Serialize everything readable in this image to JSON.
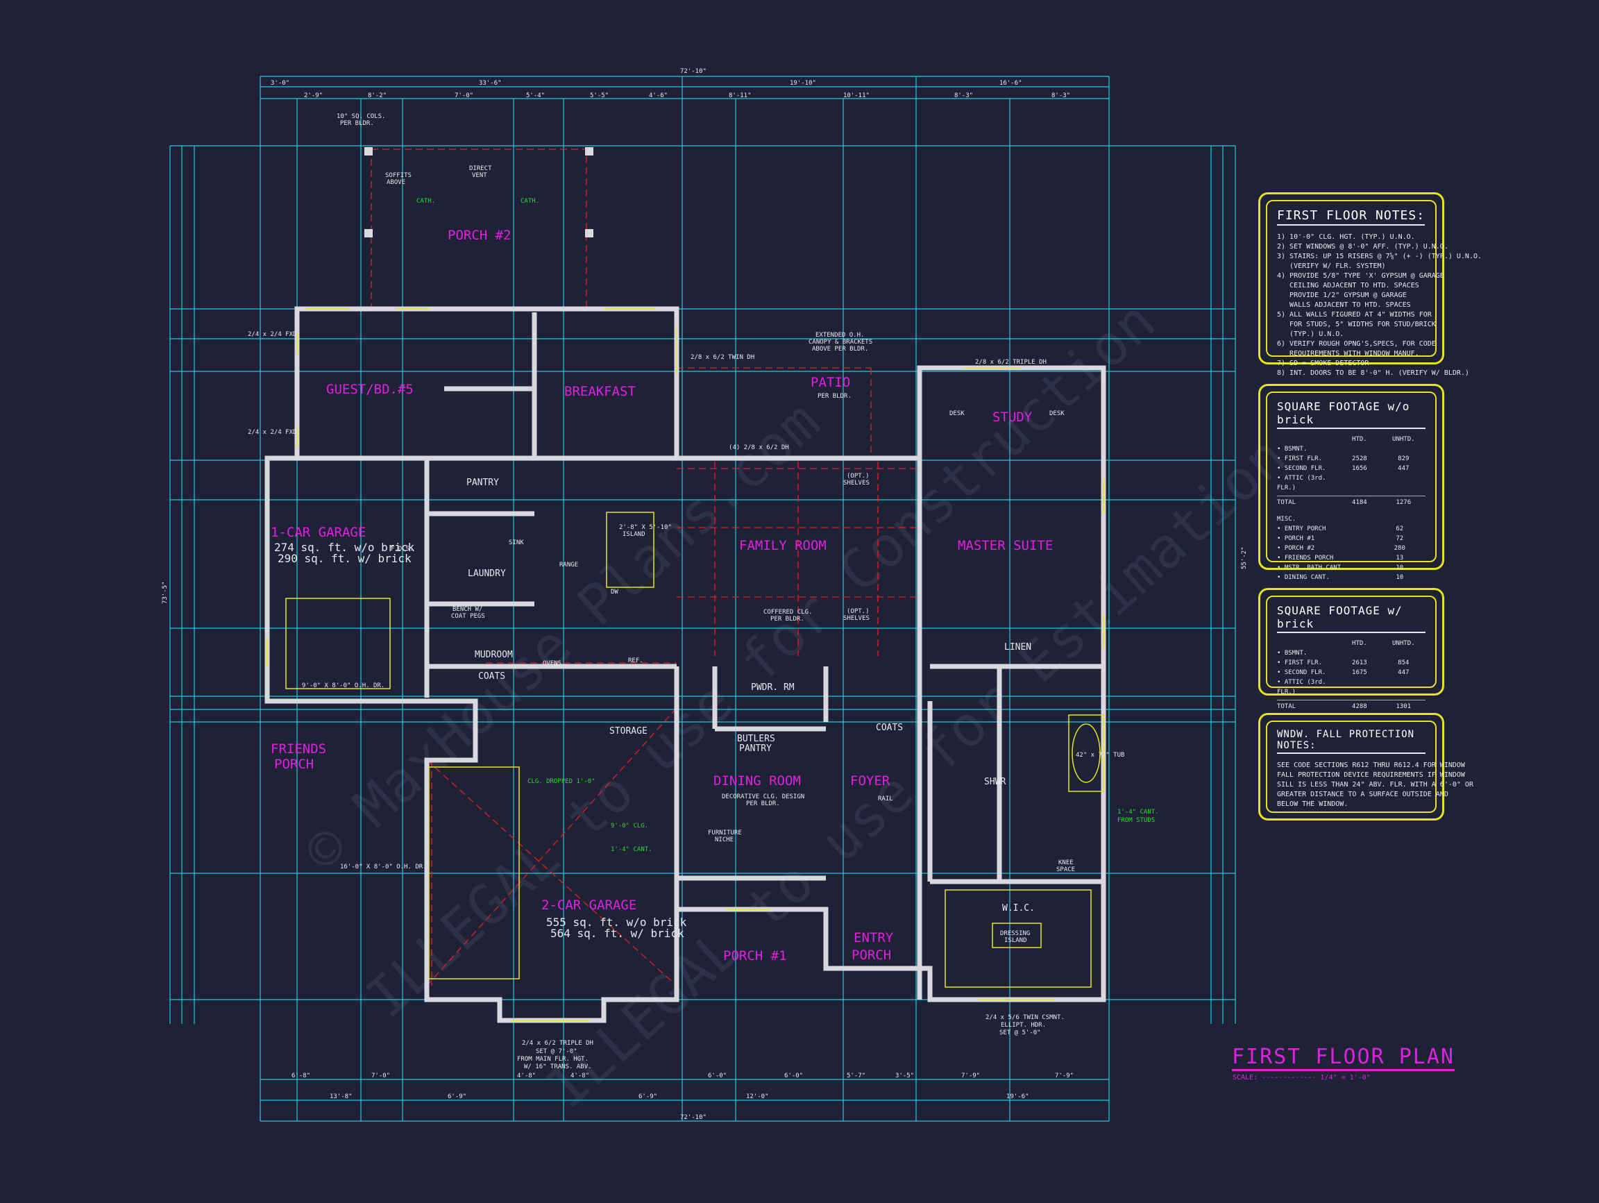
{
  "colors": {
    "background": "#1f2236",
    "dimension": "#21c8e0",
    "wall": "#d8d8de",
    "room_label": "#e020e0",
    "text": "#e8e8f0",
    "fixture": "#e6e41f",
    "green_note": "#22e022",
    "hidden": "#e02020"
  },
  "watermark": {
    "line1": "© MaxHouse Plans.com",
    "line2": "ILLEGAL to use for Construction",
    "line3": "ILLEGAL to use for Estimation"
  },
  "rooms": {
    "porch2": "PORCH #2",
    "guest": "GUEST/BD.#5",
    "breakfast": "BREAKFAST",
    "patio": "PATIO",
    "patio_sub": "PER BLDR.",
    "study": "STUDY",
    "pantry": "PANTRY",
    "family": "FAMILY ROOM",
    "master": "MASTER SUITE",
    "garage1": "1-CAR GARAGE",
    "garage1_sf1": "274 sq. ft. w/o brick",
    "garage1_sf2": "290 sq. ft. w/ brick",
    "laundry": "LAUNDRY",
    "mudroom": "MUDROOM",
    "coats1": "COATS",
    "storage": "STORAGE",
    "friends": "FRIENDS",
    "friends2": "PORCH",
    "butlers": "BUTLERS",
    "butlers2": "PANTRY",
    "pwdr": "PWDR. RM",
    "dining": "DINING ROOM",
    "foyer": "FOYER",
    "coats2": "COATS",
    "linen": "LINEN",
    "shwr": "SHWR",
    "wic": "W.I.C.",
    "dressing": "DRESSING",
    "dressing2": "ISLAND",
    "garage2": "2-CAR GARAGE",
    "garage2_sf1": "555 sq. ft. w/o brick",
    "garage2_sf2": "564 sq. ft. w/ brick",
    "porch1": "PORCH #1",
    "entry": "ENTRY",
    "entry2": "PORCH",
    "desk": "DESK",
    "island": "2'-8\" X 5'-10\"",
    "island2": "ISLAND",
    "range": "RANGE",
    "dw": "DW",
    "ovens": "OVENS",
    "ref": "REF.",
    "sink": "SINK",
    "tub": "42\" x 72\" TUB"
  },
  "annotations": {
    "cols": "10\" SQ. COLS.",
    "cols2": "PER BLDR.",
    "soffits": "SOFFITS",
    "soffits2": "ABOVE",
    "direct_vent": "DIRECT",
    "direct_vent2": "VENT",
    "cath1": "CATH.",
    "cath2": "CATH.",
    "ext_oh": "EXTENDED O.H.",
    "ext_oh2": "CANOPY & BRACKETS",
    "ext_oh3": "ABOVE PER BLDR.",
    "coffered": "COFFERED CLG.",
    "coffered2": "PER BLDR.",
    "opt_shelves": "(OPT.)",
    "opt_shelves2": "SHELVES",
    "clg_dropped": "CLG. DROPPED 1'-0\"",
    "clg_9": "9'-0\" CLG.",
    "cant": "1'-4\" CANT.",
    "dec_clg": "DECORATIVE CLG. DESIGN",
    "dec_clg2": "PER BLDR.",
    "furniture": "FURNITURE",
    "furniture2": "NICHE",
    "rail": "RAIL",
    "knee": "KNEE",
    "knee2": "SPACE",
    "ohdr1": "9'-0\" X 8'-0\" O.H. DR.",
    "ohdr2": "16'-0\" X 8'-0\" O.H. DR.",
    "triple_dh": "2/4 x 6/2 TRIPLE DH",
    "set": "SET @ 7'-0\"",
    "set2": "FROM MAIN FLR. HGT.",
    "set3": "W/ 16\" TRANS. ABV.",
    "twin_csmt": "2/4 x 5/6 TWIN CSMNT.",
    "twin_csmt2": "ELLIPT. HDR.",
    "twin_csmt3": "SET @ 5'-0\"",
    "fpd": "F.D.S.",
    "bench": "BENCH W/",
    "bench2": "COAT PEGS",
    "cant_studs": "1'-4\" CANT.",
    "cant_studs2": "FROM STUDS",
    "patio_dh": "(4) 2/8 x 6/2 DH",
    "twin_dh": "2/8 x 6/2 TWIN DH",
    "triple_dh2": "2/8 x 6/2 TRIPLE DH",
    "fxd": "2/4 x 2/4 FXD.",
    "fxd2": "2/4 x 2/4 FXD."
  },
  "dims": {
    "overall": "72'-10\"",
    "top1": "3'-0\"",
    "top2": "33'-6\"",
    "top3": "19'-10\"",
    "top4": "16'-6\"",
    "r2a": "2'-9\"",
    "r2b": "8'-2\"",
    "r2c": "7'-0\"",
    "r2d": "5'-4\"",
    "r2e": "5'-5\"",
    "r2f": "4'-6\"",
    "r2g": "8'-11\"",
    "r2h": "10'-11\"",
    "r2i": "8'-3\"",
    "r2j": "8'-3\"",
    "left_total": "73'-5\"",
    "right_total": "55'-2\"",
    "bot1": "6'-8\"",
    "bot2": "7'-0\"",
    "bot3": "4'-8\"",
    "bot4": "4'-8\"",
    "bot5": "6'-0\"",
    "bot6": "6'-0\"",
    "bot7": "5'-7\"",
    "bot8": "3'-5\"",
    "bot9": "7'-9\"",
    "bot10": "7'-9\"",
    "bot2a": "13'-8\"",
    "bot2b": "6'-9\"",
    "bot2c": "6'-9\"",
    "bot2d": "12'-0\"",
    "bot2e": "19'-6\""
  },
  "notes": {
    "title": "FIRST FLOOR NOTES:",
    "lines": [
      "1) 10'-0\" CLG. HGT. (TYP.) U.N.O.",
      "2) SET WINDOWS @ 8'-0\" AFF. (TYP.) U.N.O.",
      "3) STAIRS: UP 15 RISERS @ 7⅝\" (+ -) (TYP.) U.N.O.",
      "   (VERIFY W/ FLR. SYSTEM)",
      "4) PROVIDE 5/8\" TYPE 'X' GYPSUM @ GARAGE",
      "   CEILING ADJACENT TO HTD. SPACES",
      "   PROVIDE 1/2\" GYPSUM @ GARAGE",
      "   WALLS ADJACENT TO HTD. SPACES",
      "5) ALL WALLS FIGURED AT 4\" WIDTHS FOR",
      "   FOR STUDS, 5\" WIDTHS FOR STUD/BRICK",
      "   (TYP.) U.N.O.",
      "6) VERIFY ROUGH OPNG'S,SPECS, FOR CODE",
      "   REQUIREMENTS WITH WINDOW MANUF.",
      "7) SD = SMOKE DETECTOR",
      "8) INT. DOORS TO BE 8'-0\" H. (VERIFY W/ BLDR.)"
    ]
  },
  "sqft_wo": {
    "title": "SQUARE FOOTAGE w/o brick",
    "col1": "HTD.",
    "col2": "UNHTD.",
    "rows": [
      {
        "label": "• BSMNT.",
        "htd": "",
        "unhtd": ""
      },
      {
        "label": "• FIRST FLR.",
        "htd": "2528",
        "unhtd": "829"
      },
      {
        "label": "• SECOND FLR.",
        "htd": "1656",
        "unhtd": "447"
      },
      {
        "label": "• ATTIC (3rd. FLR.)",
        "htd": "",
        "unhtd": ""
      }
    ],
    "total_label": "TOTAL",
    "total_htd": "4184",
    "total_unhtd": "1276",
    "misc_label": "MISC.",
    "misc": [
      {
        "label": "• ENTRY PORCH",
        "val": "62"
      },
      {
        "label": "• PORCH #1",
        "val": "72"
      },
      {
        "label": "• PORCH #2",
        "val": "280"
      },
      {
        "label": "• FRIENDS PORCH",
        "val": "13"
      },
      {
        "label": "• MSTR. BATH CANT.",
        "val": "10"
      },
      {
        "label": "• DINING CANT.",
        "val": "10"
      }
    ]
  },
  "sqft_w": {
    "title": "SQUARE FOOTAGE w/ brick",
    "col1": "HTD.",
    "col2": "UNHTD.",
    "rows": [
      {
        "label": "• BSMNT.",
        "htd": "",
        "unhtd": ""
      },
      {
        "label": "• FIRST FLR.",
        "htd": "2613",
        "unhtd": "854"
      },
      {
        "label": "• SECOND FLR.",
        "htd": "1675",
        "unhtd": "447"
      },
      {
        "label": "• ATTIC (3rd. FLR.)",
        "htd": "",
        "unhtd": ""
      }
    ],
    "total_label": "TOTAL",
    "total_htd": "4288",
    "total_unhtd": "1301"
  },
  "fall": {
    "title": "WNDW. FALL PROTECTION NOTES:",
    "lines": [
      "SEE CODE SECTIONS R612 THRU R612.4 FOR WINDOW",
      "FALL PROTECTION DEVICE REQUIREMENTS IF WINDOW",
      "SILL IS LESS THAN 24\" ABV. FLR. WITH A 6'-0\" OR",
      "GREATER DISTANCE TO A SURFACE OUTSIDE AND",
      "BELOW THE WINDOW."
    ]
  },
  "plan_title": "FIRST FLOOR PLAN",
  "plan_scale": "SCALE: ------------- 1/4\" = 1'-0\""
}
